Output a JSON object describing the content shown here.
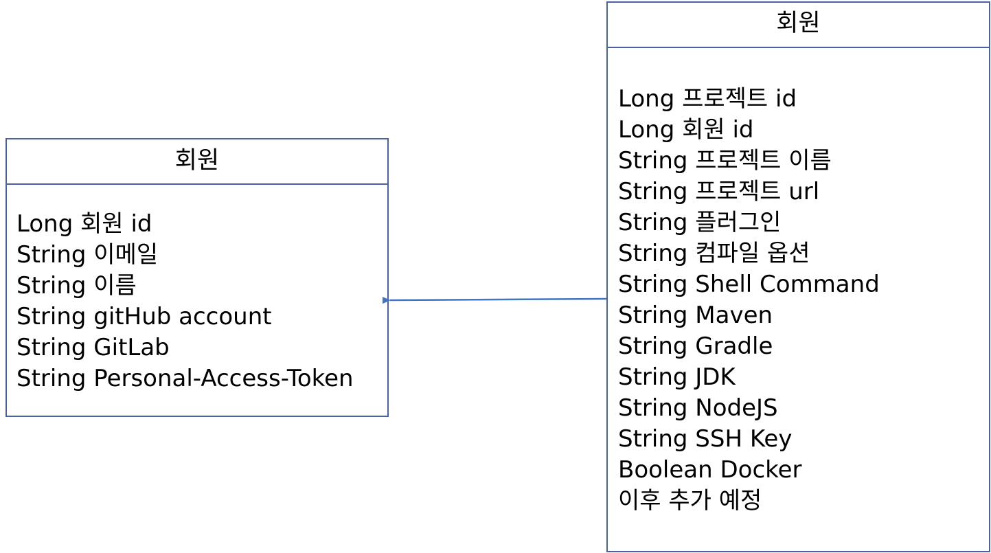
{
  "entities": {
    "left": {
      "title": "회원",
      "fields": [
        "Long 회원 id",
        "String 이메일",
        "String 이름",
        "String gitHub account",
        "String GitLab",
        "String Personal-Access-Token"
      ]
    },
    "right": {
      "title": "회원",
      "fields": [
        "Long 프로젝트 id",
        "Long 회원 id",
        "String 프로젝트 이름",
        "String 프로젝트 url",
        "String 플러그인",
        "String 컴파일 옵션",
        "String Shell Command",
        "String Maven",
        "String Gradle",
        "String JDK",
        "String NodeJS",
        "String SSH Key",
        "Boolean Docker",
        "이후 추가 예정"
      ]
    }
  },
  "colors": {
    "border": "#4a62a0",
    "connector": "#4472c4",
    "text": "#000000"
  }
}
